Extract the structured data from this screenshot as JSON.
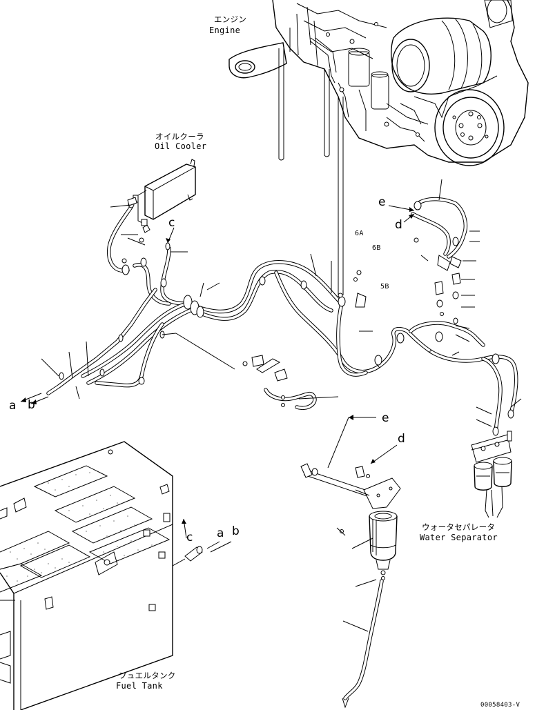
{
  "components": {
    "engine": {
      "jp": "エンジン",
      "en": "Engine"
    },
    "oil_cooler": {
      "jp": "オイルクーラ",
      "en": "Oil Cooler"
    },
    "water_separator": {
      "jp": "ウォータセパレータ",
      "en": "Water Separator"
    },
    "fuel_tank": {
      "jp": "フュエルタンク",
      "en": "Fuel Tank"
    }
  },
  "letters": {
    "a1": "a",
    "b1": "b",
    "c1": "c",
    "d1": "d",
    "e1": "e",
    "a2": "a",
    "b2": "b",
    "c2": "c",
    "d2": "d",
    "e2": "e"
  },
  "callouts": {
    "n6a": "6A",
    "n6b": "6B",
    "n5b": "5B"
  },
  "drawing_number": "00058403-V"
}
